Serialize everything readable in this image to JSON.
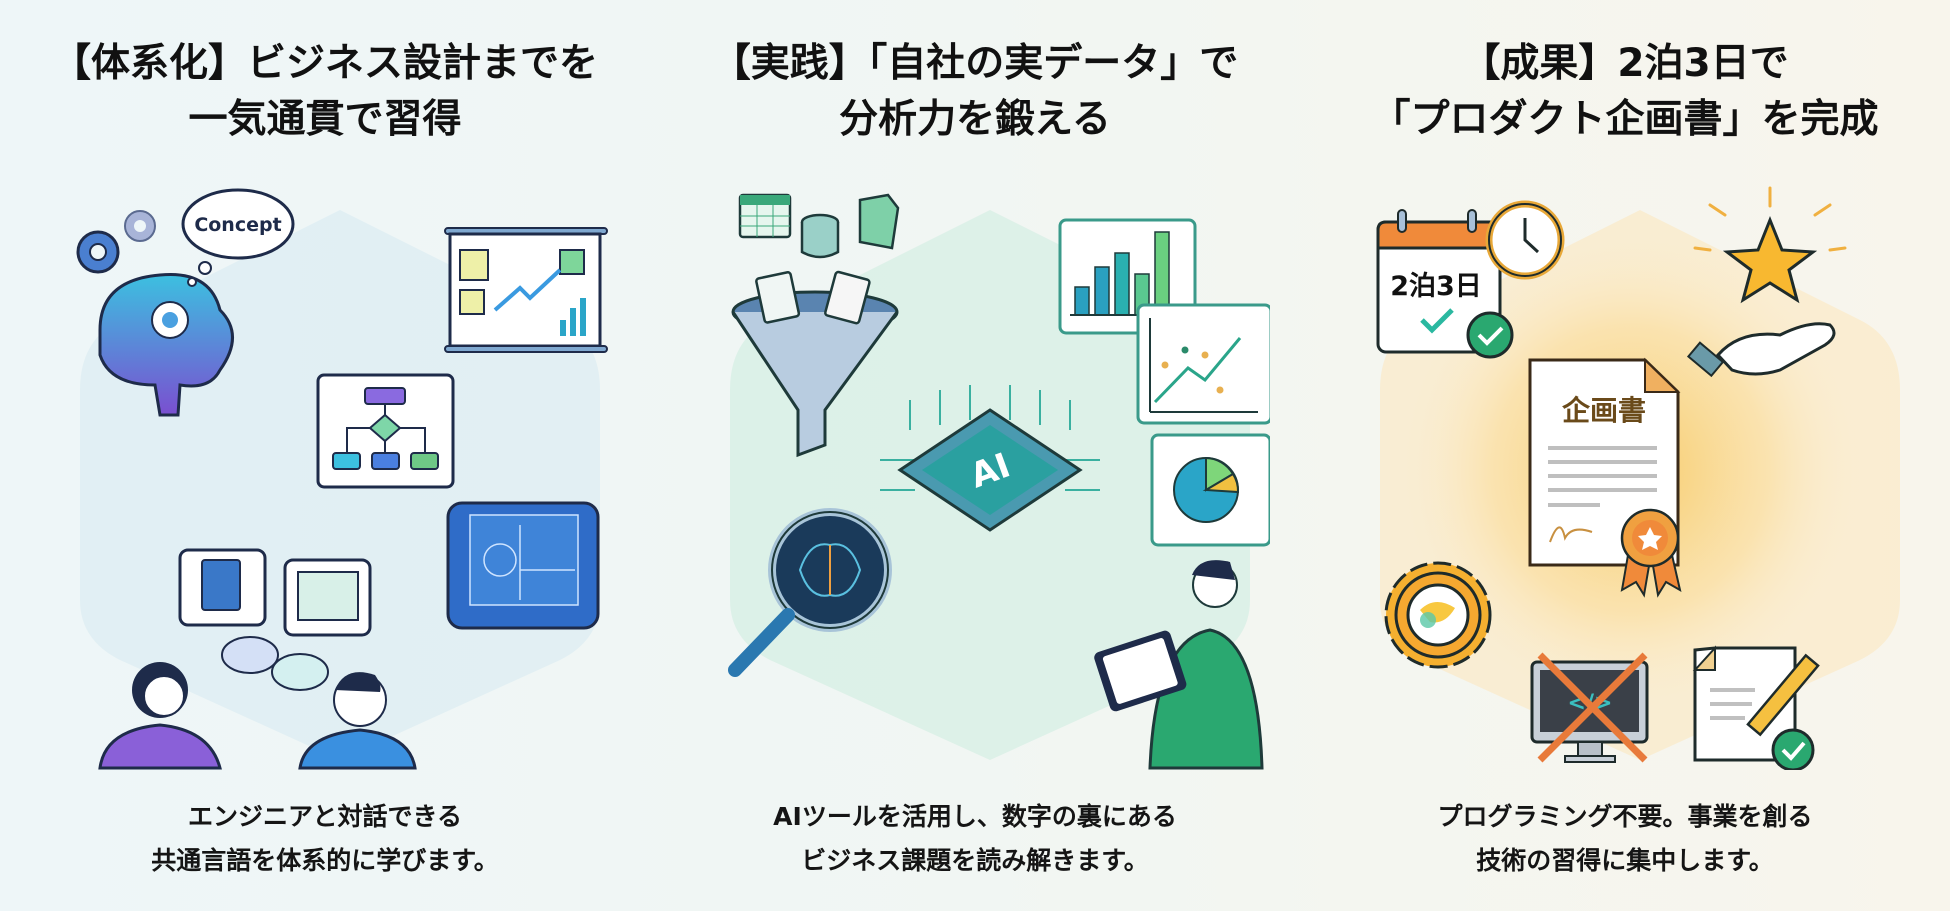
{
  "panels": [
    {
      "id": "systematize",
      "title_lines": [
        "【体系化】ビジネス設計までを",
        "一気通貫で習得"
      ],
      "caption_lines": [
        "エンジニアと対話できる",
        "共通言語を体系的に学びます。"
      ],
      "theme_color": "#3b82c4",
      "accent_color": "#7c5cd6",
      "illustration": {
        "thought_bubble_text": "Concept",
        "icons": [
          "brain-gears-icon",
          "thought-bubble-icon",
          "whiteboard-chart-icon",
          "flowchart-icon",
          "blueprint-icon",
          "two-people-conversation-icon",
          "book-icon",
          "diagram-window-icon"
        ]
      }
    },
    {
      "id": "practice",
      "title_lines": [
        "【実践】「自社の実データ」で",
        "分析力を鍛える"
      ],
      "caption_lines": [
        "AIツールを活用し、数字の裏にある",
        "ビジネス課題を読み解きます。"
      ],
      "theme_color": "#2aa58a",
      "accent_color": "#1f8fb0",
      "illustration": {
        "chip_text": "AI",
        "icons": [
          "data-funnel-icon",
          "spreadsheet-icon",
          "database-icon",
          "document-icon",
          "ai-chip-icon",
          "bar-chart-icon",
          "scatter-trend-chart-icon",
          "pie-chart-icon",
          "magnifier-brain-icon",
          "person-tablet-icon"
        ]
      }
    },
    {
      "id": "outcome",
      "title_lines": [
        "【成果】2泊3日で",
        "「プロダクト企画書」を完成"
      ],
      "caption_lines": [
        "プログラミング不要。事業を創る",
        "技術の習得に集中します。"
      ],
      "theme_color": "#f0a030",
      "accent_color": "#e8762c",
      "illustration": {
        "calendar_text": "2泊3日",
        "document_title": "企画書",
        "icons": [
          "calendar-clock-icon",
          "check-badge-icon",
          "star-hand-icon",
          "proposal-document-icon",
          "award-ribbon-icon",
          "gear-icon",
          "no-code-monitor-icon",
          "document-pencil-icon"
        ]
      }
    }
  ]
}
